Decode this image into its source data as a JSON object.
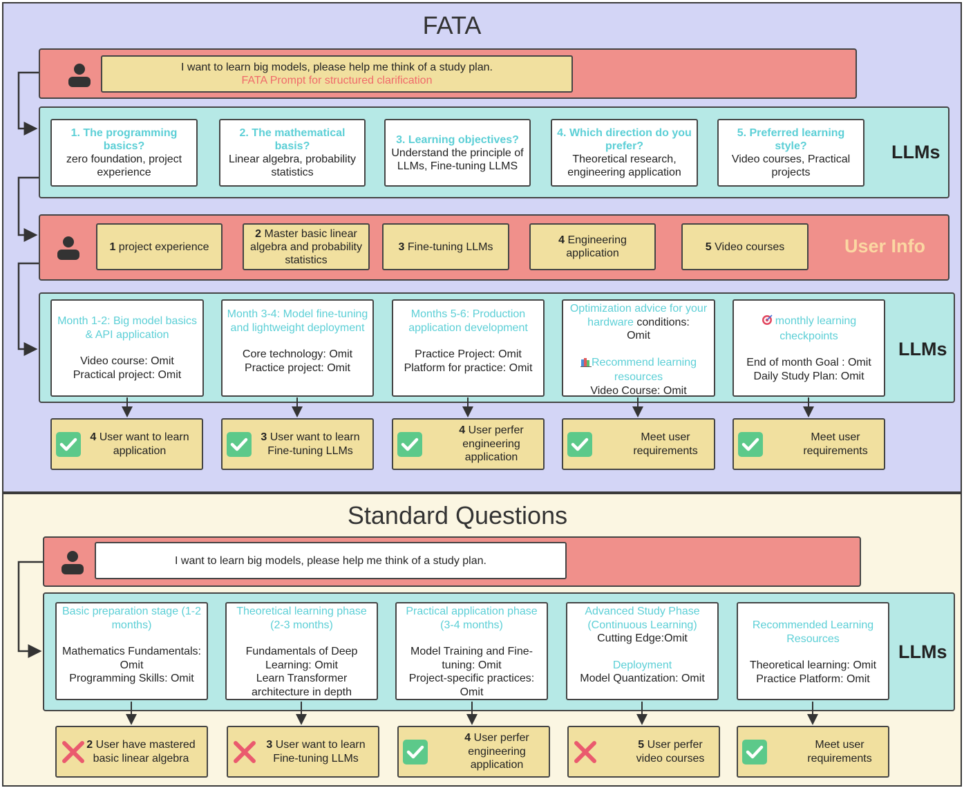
{
  "fata": {
    "title": "FATA",
    "prompt_line1": "I want to learn big models, please help me think of a study plan.",
    "prompt_line2": "FATA Prompt for structured clarification",
    "llm_label": "LLMs",
    "llm_label2": "LLMs",
    "userinfo_label": "User Info",
    "questions": [
      {
        "q": "1. The programming basics?",
        "a": "zero foundation, project experience"
      },
      {
        "q": "2. The mathematical basis?",
        "a": "Linear algebra, probability statistics"
      },
      {
        "q": "3. Learning objectives?",
        "a": "Understand the principle of LLMs, Fine-tuning LLMS"
      },
      {
        "q": "4. Which direction do you prefer?",
        "a": "Theoretical research, engineering application"
      },
      {
        "q": "5. Preferred learning style?",
        "a": "Video courses, Practical projects"
      }
    ],
    "user_info": [
      {
        "n": "1",
        "text": "project experience"
      },
      {
        "n": "2",
        "text": "Master basic linear algebra and probability statistics"
      },
      {
        "n": "3",
        "text": "Fine-tuning LLMs"
      },
      {
        "n": "4",
        "text": "Engineering application"
      },
      {
        "n": "5",
        "text": "Video courses"
      }
    ],
    "plan": [
      {
        "title": "Month 1-2: Big model basics & API application",
        "l1": "Video course: Omit",
        "l2": "Practical project: Omit"
      },
      {
        "title": "Month 3-4: Model fine-tuning and lightweight deployment",
        "l1": "Core technology: Omit",
        "l2": "Practice project: Omit"
      },
      {
        "title": "Months 5-6: Production application development",
        "l1": "Practice Project: Omit",
        "l2": "Platform for practice: Omit"
      },
      {
        "title_a": "Optimization advice for your hardware",
        "title_b": "conditions:",
        "l1": "Omit",
        "sub": "Recommend learning resources",
        "l2": "Video Course: Omit"
      },
      {
        "title": "monthly learning checkpoints",
        "l1": "End of month Goal : Omit",
        "l2": "Daily Study Plan: Omit"
      }
    ],
    "results": [
      {
        "n": "4",
        "text": "User want to learn application",
        "status": "check"
      },
      {
        "n": "3",
        "text": "User want to learn Fine-tuning LLMs",
        "status": "check"
      },
      {
        "n": "4",
        "text": "User perfer engineering application",
        "status": "check"
      },
      {
        "n": "",
        "text": "Meet user requirements",
        "status": "check"
      },
      {
        "n": "",
        "text": "Meet user requirements",
        "status": "check"
      }
    ]
  },
  "standard": {
    "title": "Standard Questions",
    "prompt": "I want to learn big models, please help me think of a study plan.",
    "llm_label": "LLMs",
    "plan": [
      {
        "title": "Basic preparation stage (1-2 months)",
        "l1": "Mathematics Fundamentals: Omit",
        "l2": "Programming Skills: Omit"
      },
      {
        "title": "Theoretical learning phase (2-3 months)",
        "l1": "Fundamentals of Deep Learning: Omit",
        "l2": "Learn Transformer architecture in depth"
      },
      {
        "title": "Practical application phase (3-4 months)",
        "l1": "Model Training and Fine-tuning: Omit",
        "l2": "Project-specific practices: Omit"
      },
      {
        "title": "Advanced Study Phase (Continuous Learning)",
        "l1": "Cutting Edge:Omit",
        "sub": "Deployment",
        "l2": "Model Quantization: Omit"
      },
      {
        "title": "Recommended Learning Resources",
        "l1": "Theoretical learning: Omit",
        "l2": "Practice Platform: Omit"
      }
    ],
    "results": [
      {
        "n": "2",
        "text": "User have mastered basic linear algebra",
        "status": "cross"
      },
      {
        "n": "3",
        "text": "User want to learn Fine-tuning LLMs",
        "status": "cross"
      },
      {
        "n": "4",
        "text": "User perfer engineering application",
        "status": "check"
      },
      {
        "n": "5",
        "text": "User perfer video courses",
        "status": "cross"
      },
      {
        "n": "",
        "text": "Meet user requirements",
        "status": "check"
      }
    ]
  },
  "colors": {
    "check": "#5cc98a",
    "cross": "#ea5a6e",
    "cyan_text": "#5ccfd6",
    "prompt_red": "#f06a6a"
  }
}
